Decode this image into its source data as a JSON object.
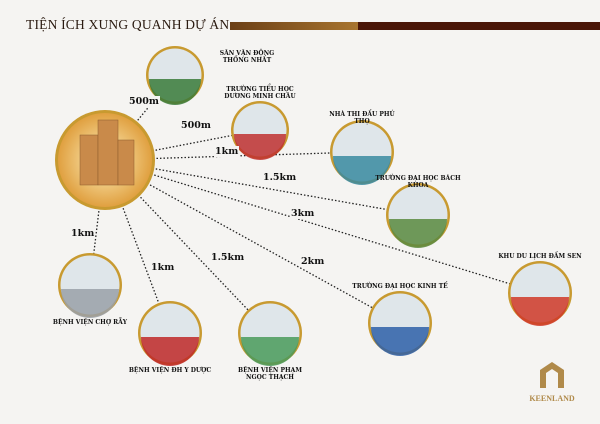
{
  "title": "TIỆN ÍCH XUNG QUANH DỰ ÁN",
  "places": [
    {
      "name": "SÂN VẬN ĐỘNG THỐNG NHẤT",
      "distance": "500m",
      "color": "#3a7a3a"
    },
    {
      "name": "TRƯỜNG TIỂU HỌC DƯƠNG MINH CHÂU",
      "distance": "500m",
      "color": "#c03030"
    },
    {
      "name": "NHÀ THI ĐẤU PHÚ THỌ",
      "distance": "1km",
      "color": "#3a8aa0"
    },
    {
      "name": "TRƯỜNG ĐẠI HỌC BÁCH KHOA",
      "distance": "1.5km",
      "color": "#5a8a40"
    },
    {
      "name": "KHU DU LỊCH ĐẦM SEN",
      "distance": "3km",
      "color": "#d03828"
    },
    {
      "name": "TRƯỜNG ĐẠI HỌC KINH TẾ",
      "distance": "2km",
      "color": "#2e5fa8"
    },
    {
      "name": "BỆNH VIỆN PHẠM NGỌC THẠCH",
      "distance": "1.5km",
      "color": "#4a9a5a"
    },
    {
      "name": "BỆNH VIỆN ĐH Y DƯỢC",
      "distance": "1km",
      "color": "#c02828"
    },
    {
      "name": "BỆNH VIỆN CHỢ RẪY",
      "distance": "1km",
      "color": "#9aa0a8"
    }
  ],
  "hub_color": "#e0a040",
  "ring_color": "#c89a30",
  "logo": {
    "text": "KEENLAND",
    "color": "#b08a4a"
  }
}
